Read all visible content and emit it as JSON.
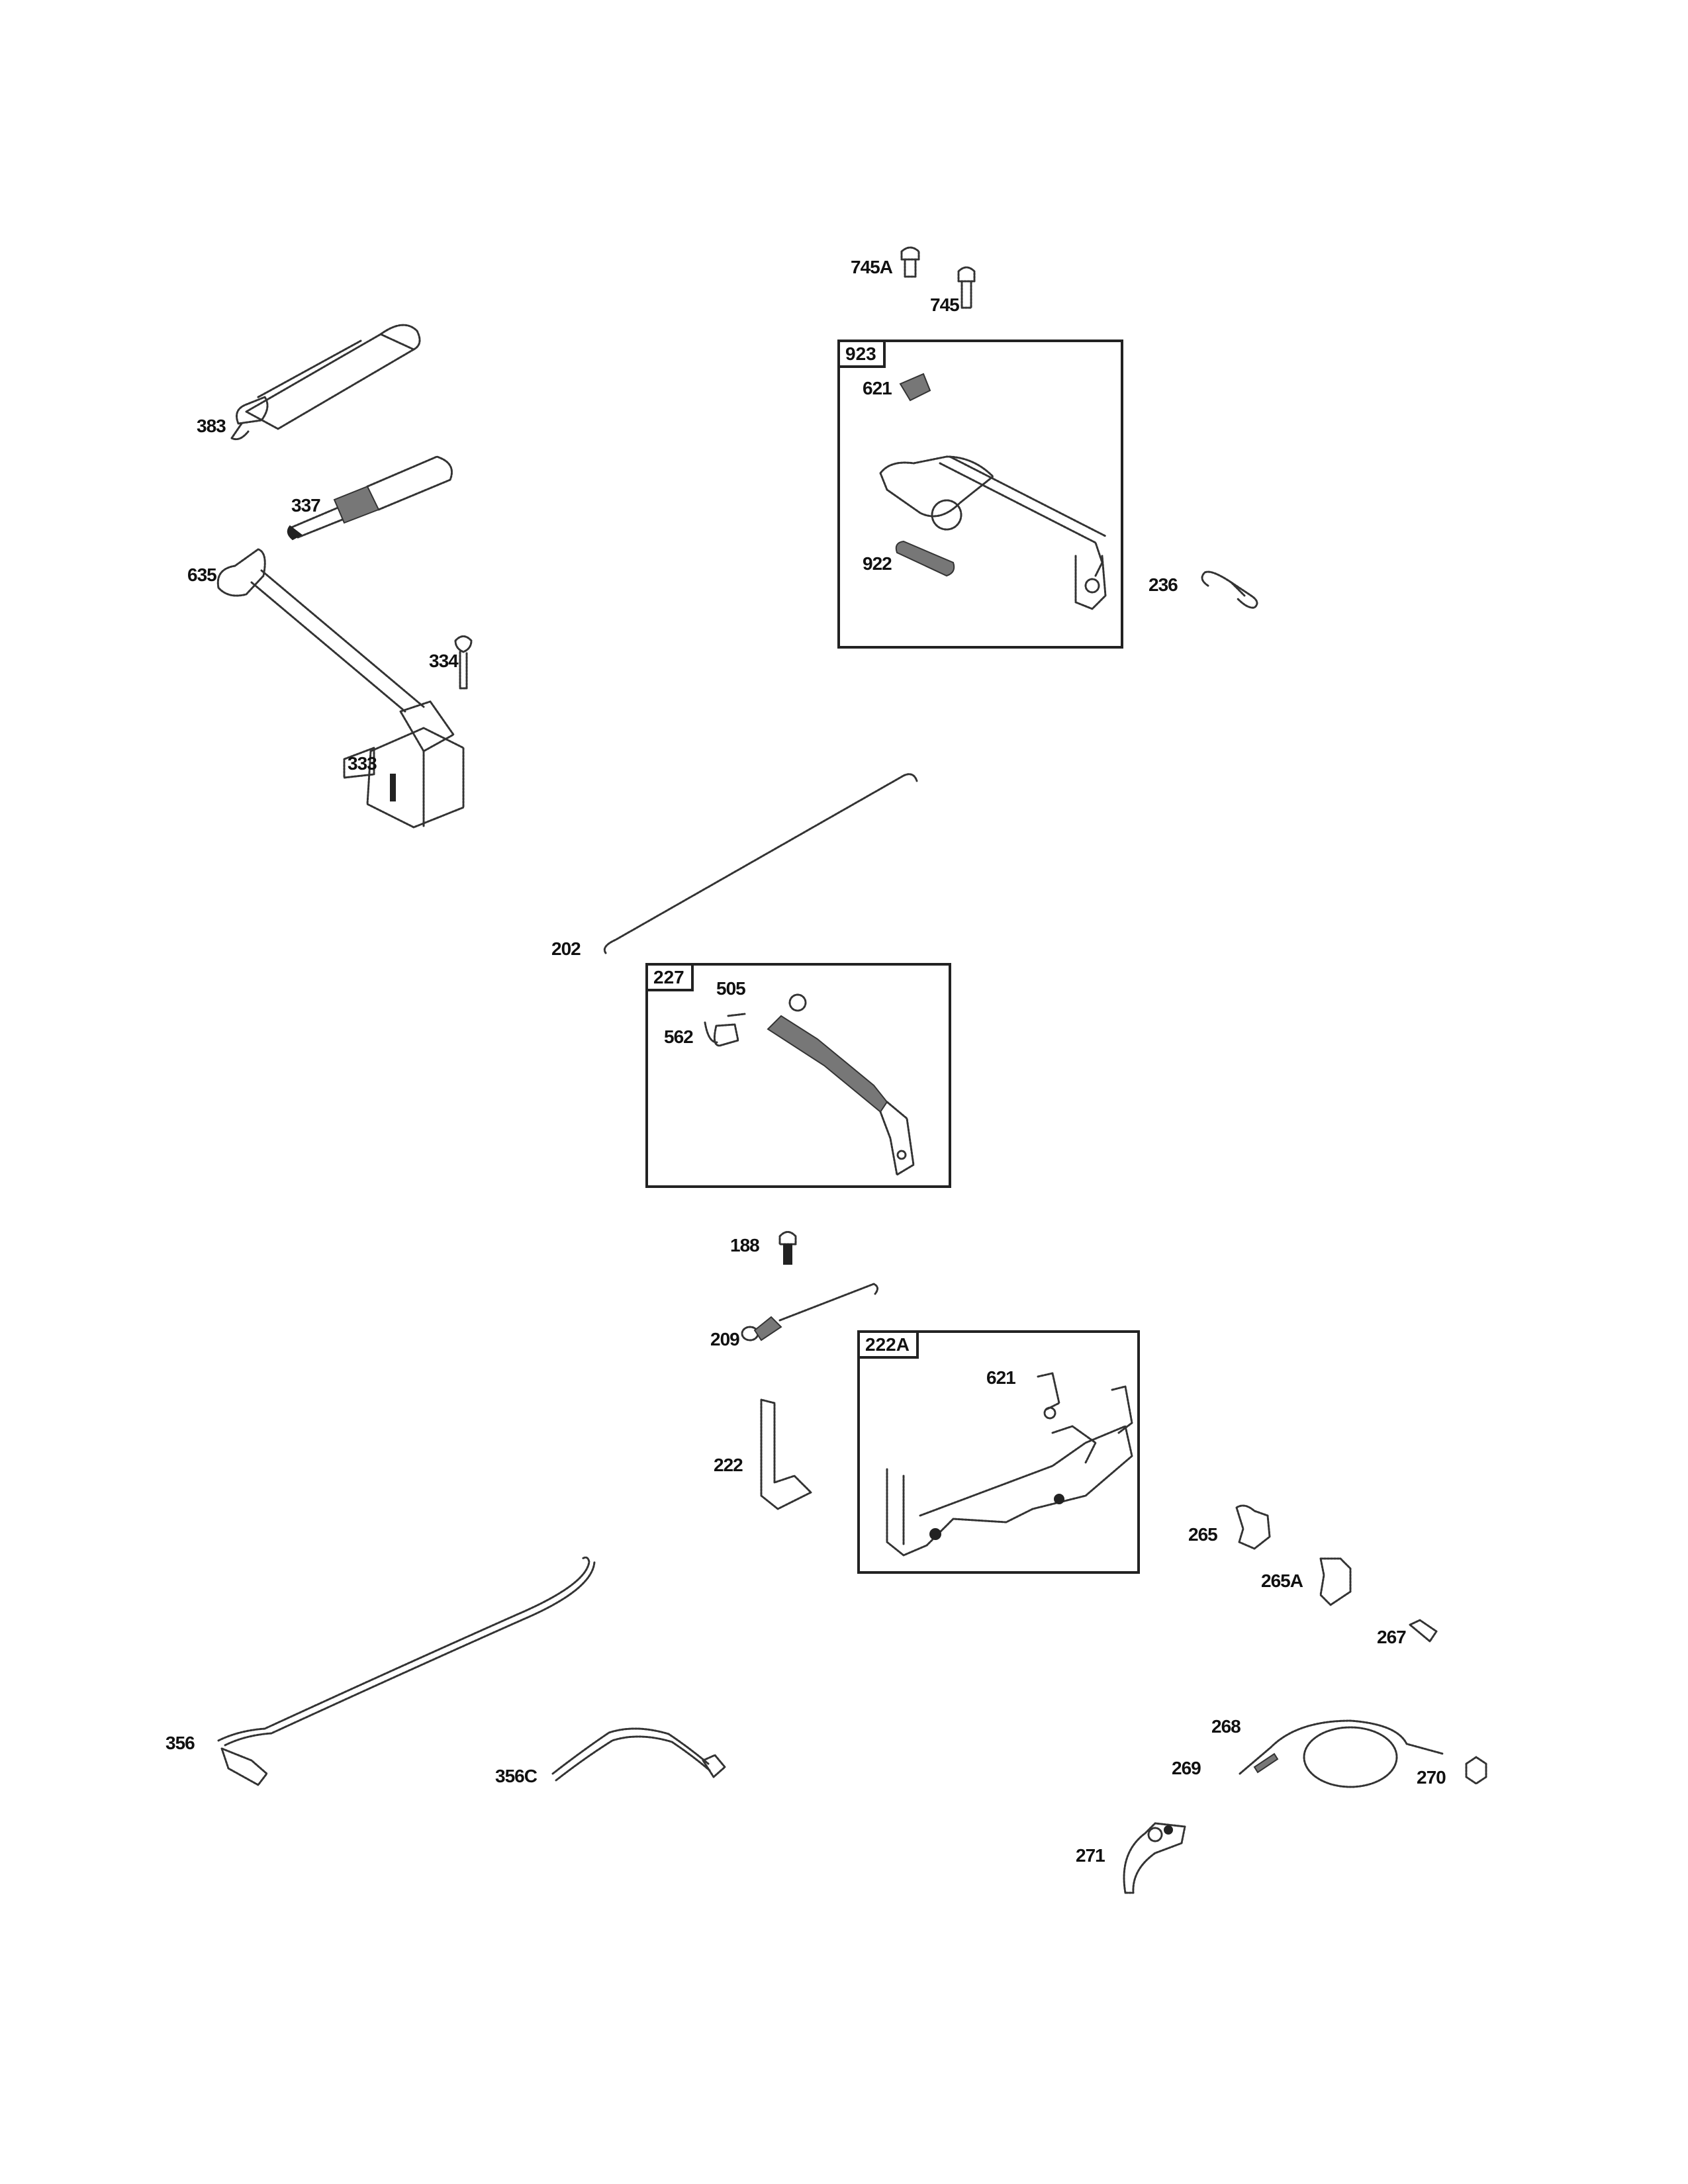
{
  "diagram": {
    "type": "exploded parts diagram",
    "parts": [
      {
        "id": "383"
      },
      {
        "id": "337"
      },
      {
        "id": "635"
      },
      {
        "id": "334"
      },
      {
        "id": "333"
      },
      {
        "id": "745A"
      },
      {
        "id": "745"
      },
      {
        "id": "236"
      },
      {
        "id": "202"
      },
      {
        "id": "188"
      },
      {
        "id": "209"
      },
      {
        "id": "222"
      },
      {
        "id": "265"
      },
      {
        "id": "265A"
      },
      {
        "id": "267"
      },
      {
        "id": "268"
      },
      {
        "id": "269"
      },
      {
        "id": "270"
      },
      {
        "id": "271"
      },
      {
        "id": "356"
      },
      {
        "id": "356C"
      }
    ],
    "kits": [
      {
        "id": "923",
        "parts": [
          "621",
          "922"
        ]
      },
      {
        "id": "227",
        "parts": [
          "505",
          "562"
        ]
      },
      {
        "id": "222A",
        "parts": [
          "621"
        ]
      }
    ]
  }
}
